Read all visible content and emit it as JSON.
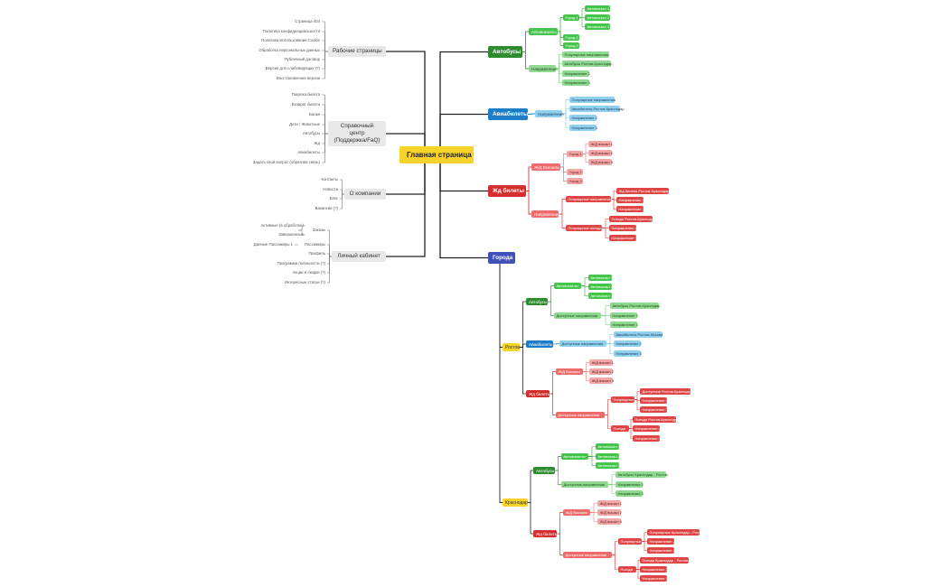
{
  "central": "Главная страница",
  "left": {
    "work_pages": {
      "label": "Рабочие страницы",
      "items": [
        "Страница 404",
        "Политика конфиденциальности",
        "Политика использования Cookie",
        "Обработка персональных данных",
        "Публичный договор",
        "Версия для слабовидящих (?)",
        "Восстановление версии"
      ]
    },
    "help": {
      "label": "Справочный центр (Поддержка/FaQ)",
      "items": [
        "Покупка билета",
        "Возврат билета",
        "Багаж",
        "Дети / Животные",
        "Автобусы",
        "Жд",
        "Авиабилеты",
        "Задать свой вопрос (обратная связь)"
      ]
    },
    "about": {
      "label": "О компании",
      "items": [
        "Контакты",
        "Новости",
        "Блог",
        "Вакансии (?)"
      ]
    },
    "cabinet": {
      "label": "Личный кабинет",
      "orders": "Заказы",
      "orders_items": [
        "Активные (в обработке)",
        "Завершенные"
      ],
      "passengers": "Пассажиры",
      "passengers_items": [
        "Данные Пассажиры 1"
      ],
      "items": [
        "Профиль",
        "Программа лояльности (?)",
        "Акции и скидки (?)",
        "Интересные статьи (?)"
      ]
    }
  },
  "buses": {
    "label": "Автобусы",
    "carriers": "Автовокзалы",
    "cities": [
      "Город 1",
      "Город 2",
      "Город 3"
    ],
    "stations": [
      "Автовокзал 1",
      "Автовокзал 2",
      "Автовокзал 3"
    ],
    "directions": "Направления",
    "dir_items": [
      "Популярные направления",
      "Автобусы Ростов-Краснодар",
      "Направление 2",
      "Направление 3"
    ]
  },
  "avia": {
    "label": "Авиабилеты",
    "directions": "Направления",
    "dir_items": [
      "Популярные направления",
      "Авиабилеты Ростов-Краснодар",
      "Направление 2",
      "Направление 3"
    ]
  },
  "rail": {
    "label": "Жд билеты",
    "stations": "Ж/Д Вокзалы",
    "cities": [
      "Город 1",
      "Город 2",
      "Город 3"
    ],
    "station_items": [
      "Ж/Д вокзал 1",
      "Ж/Д вокзал 2",
      "Ж/Д вокзал 3"
    ],
    "directions": "Направления",
    "popular": "Популярные направления",
    "popular_items": [
      "Жд билеты Ростов-Краснодар",
      "Направление 2",
      "Направление 3"
    ],
    "trains": "Популярные поезда",
    "trains_items": [
      "Поезда Ростов-Краснодар",
      "Направление 2",
      "Направление 3"
    ]
  },
  "cities": {
    "label": "Города",
    "rostov": {
      "label": "Ростов",
      "buses": "Автобусы",
      "bus_stations": "Автовокзалы",
      "bus_station_items": [
        "Автовокзал 1",
        "Автовокзал 2",
        "Автовокзал 3"
      ],
      "bus_dirs": "Доступные направления",
      "bus_dir_items": [
        "Автобусы Ростов-Краснодар",
        "Направление 2",
        "Направление 3"
      ],
      "avia": "Авиабилеты",
      "avia_dirs": "Доступные направления",
      "avia_dir_items": [
        "Авиабилеты Ростов-Москва",
        "Направление 2",
        "Направление 3"
      ],
      "rail": "Жд билеты",
      "rail_stations": "Ж/Д Вокзалы",
      "rail_station_items": [
        "Ж/Д вокзал 1",
        "Ж/Д вокзал 2",
        "Ж/Д вокзал 3"
      ],
      "rail_dirs": "Доступные направления",
      "rail_popular": "Популярные",
      "rail_popular_items": [
        "Доступные Ростов-Краснодар",
        "Направление 2",
        "Направление 3"
      ],
      "rail_trains": "Поезда",
      "rail_trains_items": [
        "Поезда Ростов-Краснодар",
        "Направление 2",
        "Направление 3"
      ]
    },
    "krasnodar": {
      "label": "Краснодар",
      "buses": "Автобусы",
      "bus_stations": "Автовокзалы",
      "bus_station_items": [
        "Автовокзал 1",
        "Автовокзал 2",
        "Автовокзал 3"
      ],
      "bus_dirs": "Доступные направления",
      "bus_dir_items": [
        "Автобусы Краснодар - Ростов",
        "Направление 2",
        "Направление 3"
      ],
      "rail": "Жд билеты",
      "rail_stations": "Ж/Д Вокзалы",
      "rail_station_items": [
        "Ж/Д вокзал 1",
        "Ж/Д вокзал 2",
        "Ж/Д вокзал 3"
      ],
      "rail_dirs": "Доступные направления",
      "rail_popular": "Популярные",
      "rail_popular_items": [
        "Популярные Краснодар - Ростов",
        "Направление 2",
        "Направление 3"
      ],
      "rail_trains": "Поезда",
      "rail_trains_items": [
        "Поезда Краснодар - Ростов",
        "Направление 2",
        "Направление 3"
      ]
    }
  }
}
